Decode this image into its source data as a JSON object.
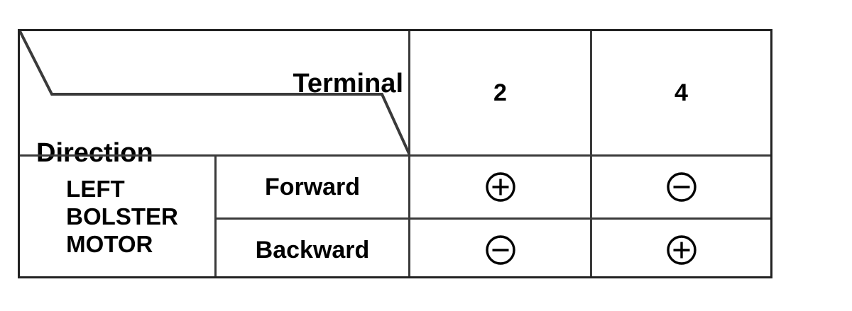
{
  "table": {
    "header": {
      "corner": {
        "terminal_label": "Terminal",
        "direction_label": "Direction"
      },
      "terminal_columns": [
        "2",
        "4"
      ]
    },
    "rows": [
      {
        "motor_name": "LEFT\nBOLSTER\nMOTOR",
        "motor_name_lines": [
          "LEFT",
          "BOLSTER",
          "MOTOR"
        ],
        "directions": [
          {
            "label": "Forward",
            "terminals": [
              {
                "column": "2",
                "polarity": "plus",
                "symbol": "circled-plus-icon"
              },
              {
                "column": "4",
                "polarity": "minus",
                "symbol": "circled-minus-icon"
              }
            ]
          },
          {
            "label": "Backward",
            "terminals": [
              {
                "column": "2",
                "polarity": "minus",
                "symbol": "circled-minus-icon"
              },
              {
                "column": "4",
                "polarity": "plus",
                "symbol": "circled-plus-icon"
              }
            ]
          }
        ]
      }
    ]
  },
  "colors": {
    "ink": "#000000",
    "border": "#222222",
    "rule": "#3a3a3a",
    "background": "#ffffff"
  }
}
